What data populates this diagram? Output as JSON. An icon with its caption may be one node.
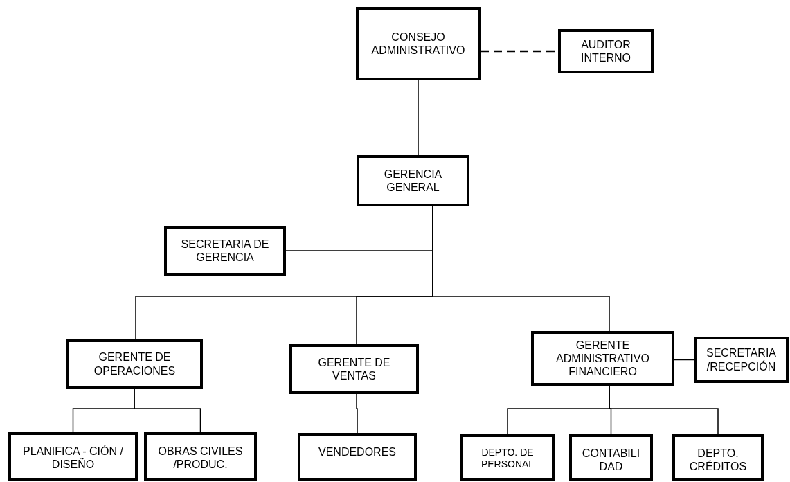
{
  "diagram": {
    "nodes": [
      {
        "text": [
          "CONSEJO ADMINISTRATIVO"
        ]
      },
      {
        "text": [
          "AUDITOR INTERNO"
        ]
      },
      {
        "text": [
          "GERENCIA GENERAL"
        ]
      },
      {
        "text": [
          "SECRETARIA DE GERENCIA"
        ]
      },
      {
        "text": [
          "GERENTE DE OPERACIONES"
        ]
      },
      {
        "text": [
          "GERENTE DE VENTAS"
        ]
      },
      {
        "text": [
          "GERENTE ADMINISTRATIVO FINANCIERO"
        ]
      },
      {
        "text": [
          "SECRETARIA /RECEPCIÓN"
        ]
      },
      {
        "text": [
          "PLANIFICA - CIÓN / DISEÑO"
        ]
      },
      {
        "text": [
          "OBRAS CIVILES /PRODUC."
        ]
      },
      {
        "text": [
          "VENDEDORES"
        ]
      },
      {
        "text": [
          "DEPTO. DE PERSONAL"
        ]
      },
      {
        "text": [
          "CONTABILI DAD"
        ]
      },
      {
        "text": [
          "DEPTO. CRÉDITOS"
        ]
      }
    ],
    "edges": [
      {
        "from": 0,
        "to": 1,
        "arrow": "none",
        "style": "dashed"
      },
      {
        "from": 0,
        "to": 2,
        "arrow": "none"
      },
      {
        "from": 2,
        "to": 3,
        "arrow": "none"
      },
      {
        "from": 2,
        "to": 4,
        "arrow": "none"
      },
      {
        "from": 2,
        "to": 5,
        "arrow": "none"
      },
      {
        "from": 2,
        "to": 6,
        "arrow": "none"
      },
      {
        "from": 6,
        "to": 7,
        "arrow": "none"
      },
      {
        "from": 4,
        "to": 8,
        "arrow": "none"
      },
      {
        "from": 4,
        "to": 9,
        "arrow": "none"
      },
      {
        "from": 5,
        "to": 10,
        "arrow": "none"
      },
      {
        "from": 6,
        "to": 11,
        "arrow": "none"
      },
      {
        "from": 6,
        "to": 12,
        "arrow": "none"
      },
      {
        "from": 6,
        "to": 13,
        "arrow": "none"
      }
    ]
  }
}
